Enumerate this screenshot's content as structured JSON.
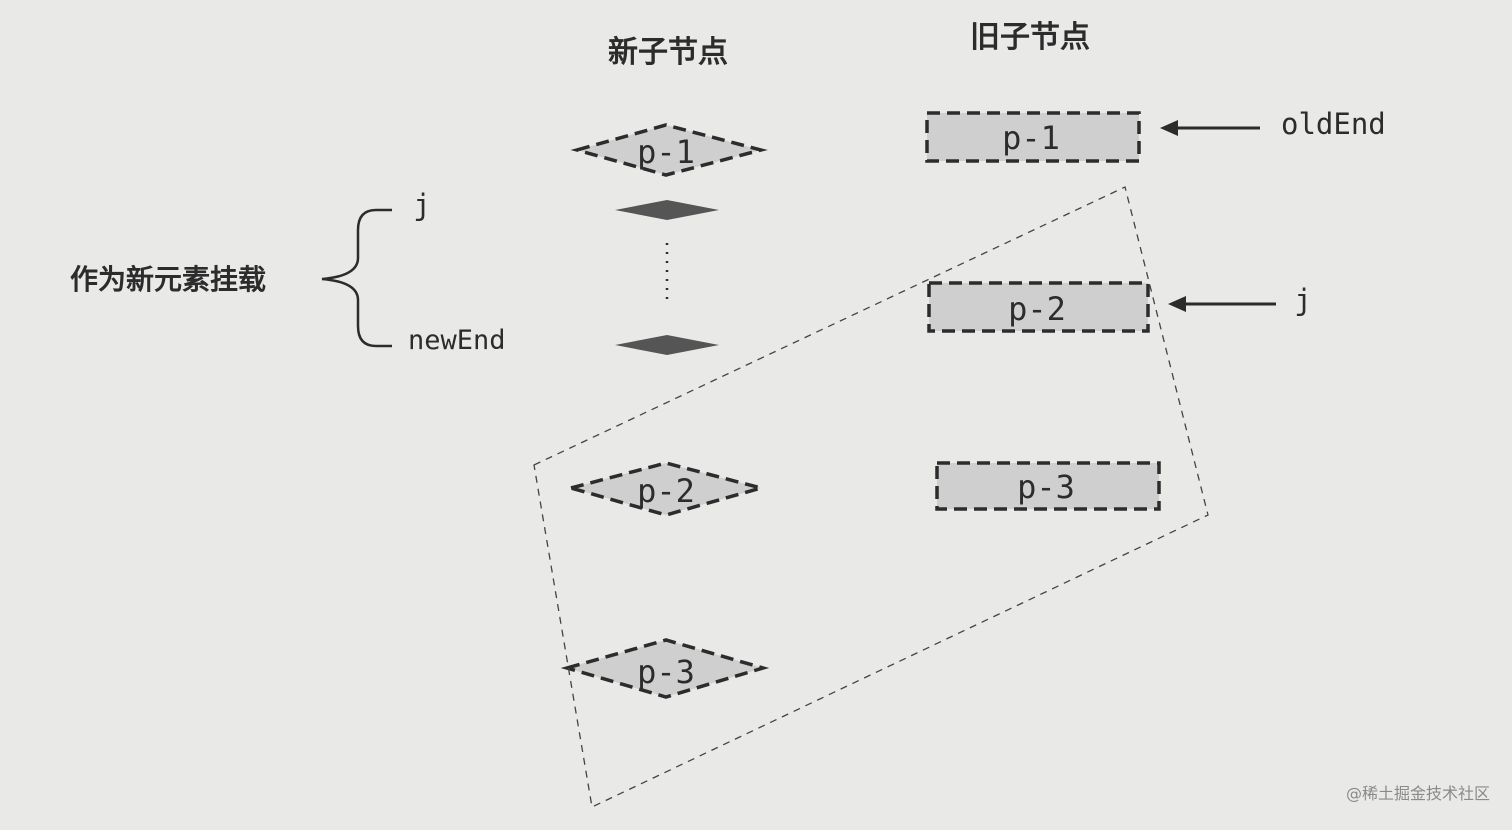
{
  "headers": {
    "new": "新子节点",
    "old": "旧子节点"
  },
  "new_nodes": {
    "p1": "p-1",
    "p2": "p-2",
    "p3": "p-3"
  },
  "old_nodes": {
    "p1": "p-1",
    "p2": "p-2",
    "p3": "p-3"
  },
  "pointers": {
    "old_end": "oldEnd",
    "j_right": "j",
    "j_left": "j",
    "new_end": "newEnd"
  },
  "brace_label": "作为新元素挂载",
  "watermark": "@稀土掘金技术社区",
  "colors": {
    "background": "#e9e9e7",
    "node_fill": "#cfcfcf",
    "stroke": "#2c2c2c",
    "mount_marker": "#555555"
  }
}
